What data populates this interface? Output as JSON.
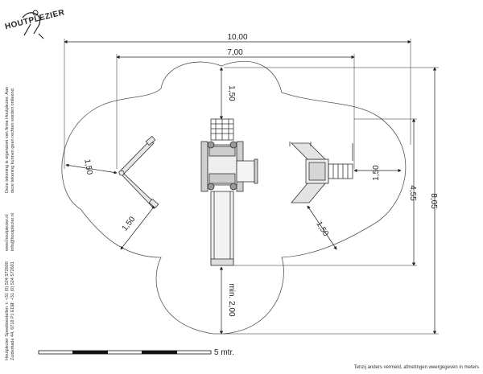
{
  "brand": {
    "logo_text": "HOUTPLEZIER"
  },
  "dimensions": {
    "total_width": "10,00",
    "inner_width": "7,00",
    "top_gap": "1,50",
    "left_gap": "1,50",
    "left_lower_gap": "1,50",
    "right_gap": "1,50",
    "right_lower_gap": "1,50",
    "inner_height": "4,55",
    "total_height": "8,05",
    "bottom_gap": "min. 2,00"
  },
  "scale_bar": {
    "label": "5 mtr."
  },
  "footer_note": "Tenzij anders vermeld, afmetingen weergegeven in meters",
  "side_text": {
    "company_line1": "Houtplezier Speeltoestellen",
    "company_line2": "Zuiderkade 44, 6718 PJ EDE",
    "phone": "t: +31 (0) 524 572600",
    "fax": "f: +31 (0) 524 572601",
    "web": "www.houtplezier.nl",
    "email": "info@houtplezier.nl",
    "copyright_line1": "Deze tekening is eigendom van firma Houtplezier. Aan",
    "copyright_line2": "deze tekening kunnen geen rechten worden ontleend."
  }
}
